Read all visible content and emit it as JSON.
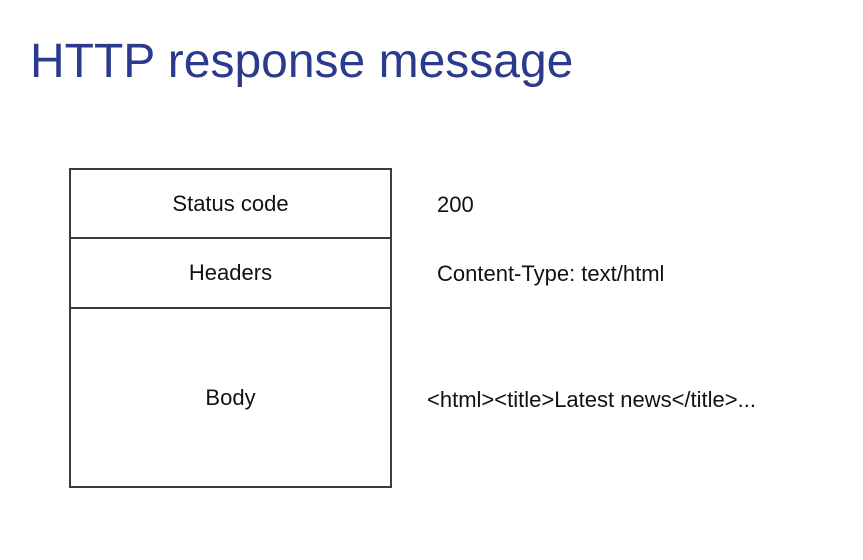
{
  "title": "HTTP response message",
  "sections": {
    "status_code": {
      "label": "Status code",
      "example": "200"
    },
    "headers": {
      "label": "Headers",
      "example": "Content-Type: text/html"
    },
    "body": {
      "label": "Body",
      "example": "<html><title>Latest news</title>..."
    }
  },
  "colors": {
    "title": "#2b3a8c",
    "border": "#3c3c3c",
    "text": "#111111",
    "background": "#ffffff"
  }
}
